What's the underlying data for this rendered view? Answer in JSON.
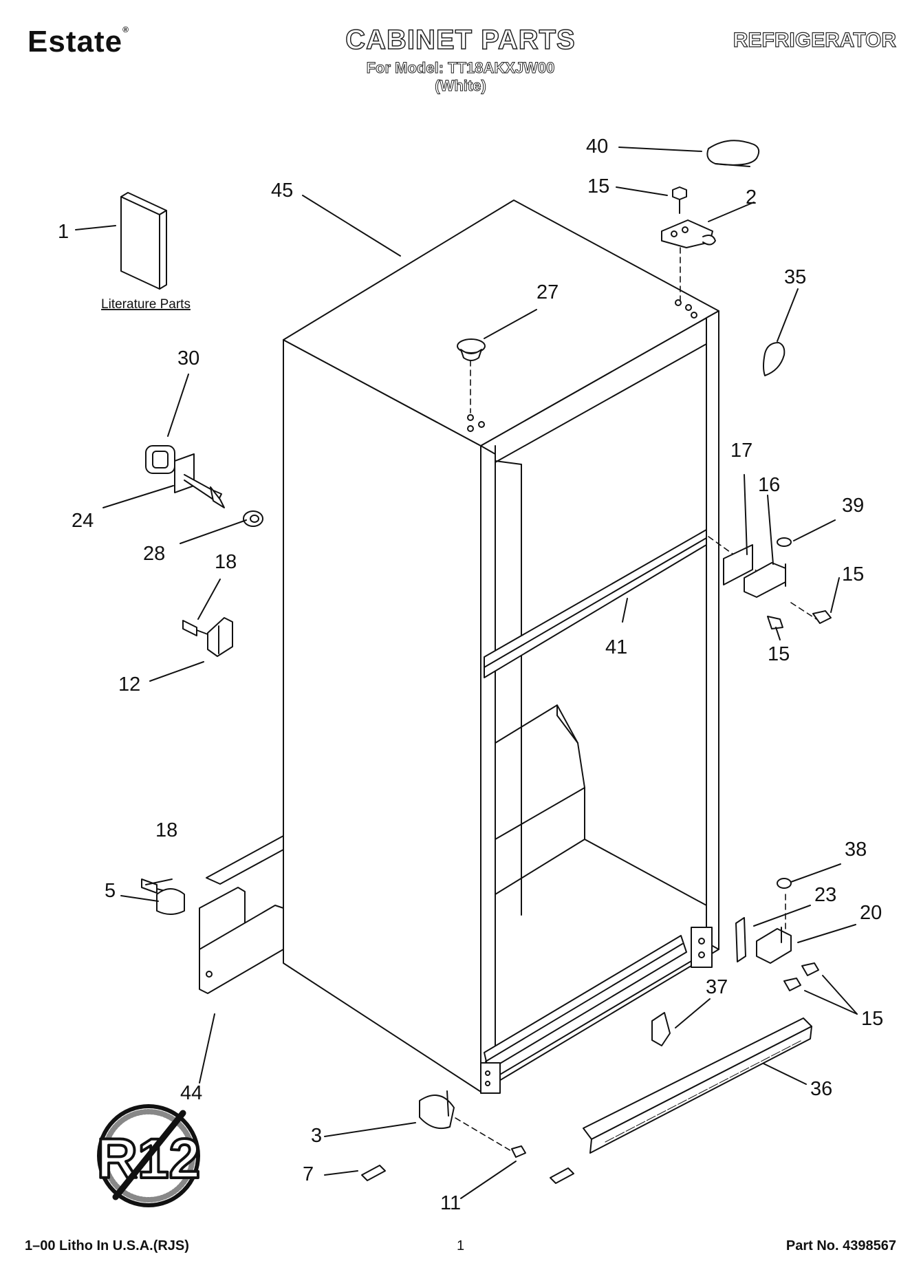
{
  "header": {
    "brand": "Estate",
    "brand_mark": "®",
    "title": "CABINET PARTS",
    "model": "For Model: TT18AKXJW00",
    "color": "(White)",
    "appliance": "REFRIGERATOR"
  },
  "literature_label": "Literature Parts",
  "callouts": {
    "c1": "1",
    "c2": "2",
    "c3": "3",
    "c5": "5",
    "c7": "7",
    "c11": "11",
    "c12": "12",
    "c15a": "15",
    "c15b": "15",
    "c15c": "15",
    "c15d": "15",
    "c16": "16",
    "c17": "17",
    "c18a": "18",
    "c18b": "18",
    "c20": "20",
    "c23": "23",
    "c24": "24",
    "c27": "27",
    "c28": "28",
    "c30": "30",
    "c35": "35",
    "c36": "36",
    "c37": "37",
    "c38": "38",
    "c39": "39",
    "c40": "40",
    "c41": "41",
    "c44": "44",
    "c45": "45"
  },
  "r12_symbol": "R12",
  "footer": {
    "left": "1–00 Litho In U.S.A.(RJS)",
    "center": "1",
    "right": "Part No. 4398567"
  }
}
